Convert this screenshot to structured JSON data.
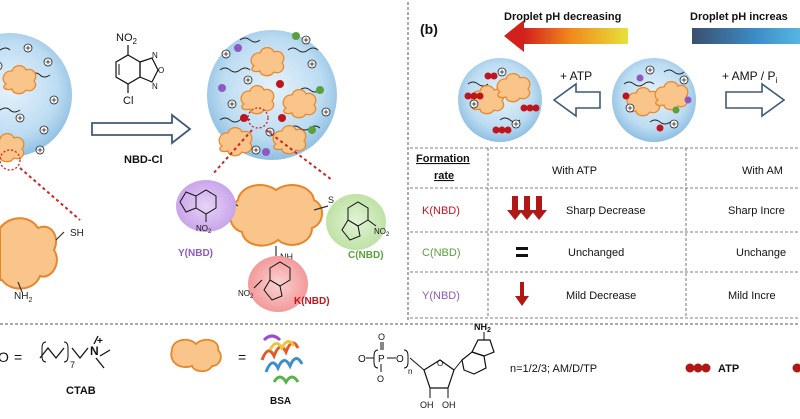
{
  "panel_b": {
    "label": "(b)",
    "ph_decreasing": "Droplet pH decreasing",
    "ph_increasing": "Droplet pH increas",
    "add_atp": "+ ATP",
    "add_amp": "+ AMP / P",
    "add_amp_sub": "i"
  },
  "panel_a": {
    "reagent": "NBD-Cl",
    "no2_top": "NO",
    "no2_sub": "2",
    "cl": "Cl",
    "sh_label": "SH",
    "nh2_label": "NH",
    "nh2_sub": "2",
    "y_label": "Y(NBD)",
    "c_label": "C(NBD)",
    "k_label": "K(NBD)",
    "nh_label": "NH",
    "o_label": "O",
    "s_label": "S",
    "n_label": "N",
    "ring_o": "O",
    "no2_c": "NO",
    "no2_c_sub": "2",
    "no2_k": "O",
    "no2_k_pre": "N",
    "no2_k_sub": "2",
    "no2_y": "NO",
    "no2_y_sub": "2"
  },
  "table": {
    "header_rate_line1": "Formation",
    "header_rate_line2": "rate",
    "col_atp": "With ATP",
    "col_amp": "With AM",
    "rows": [
      {
        "label": "K(NBD)",
        "atp": "Sharp Decrease",
        "amp": "Sharp Incre",
        "color": "#c0141c"
      },
      {
        "label": "C(NBD)",
        "atp": "Unchanged",
        "amp": "Unchange",
        "color": "#5aa03c"
      },
      {
        "label": "Y(NBD)",
        "atp": "Mild Decrease",
        "amp": "Mild Incre",
        "color": "#8e59c2"
      }
    ]
  },
  "legend": {
    "ctab_label": "CTAB",
    "ctab_n": "7",
    "plus": "+",
    "n_atom": "N",
    "eq1": "=",
    "eq2": "=",
    "bsa_label": "BSA",
    "n_formula": "n=1/2/3; AM/D/TP",
    "atp_label": "ATP",
    "nh2_top": "NH",
    "nh2_top_sub": "2",
    "oh1": "OH",
    "oh2": "OH",
    "n_sub": "n",
    "o_minus": "O",
    "p_atom": "P",
    "o_atom": "O",
    "dot_paren": "O"
  },
  "colors": {
    "k_color": "#c0141c",
    "c_color": "#5aa03c",
    "y_color": "#8e59c2",
    "droplet": "#9cc8e8",
    "protein": "#f9c58a",
    "protein_stroke": "#e8862a"
  }
}
